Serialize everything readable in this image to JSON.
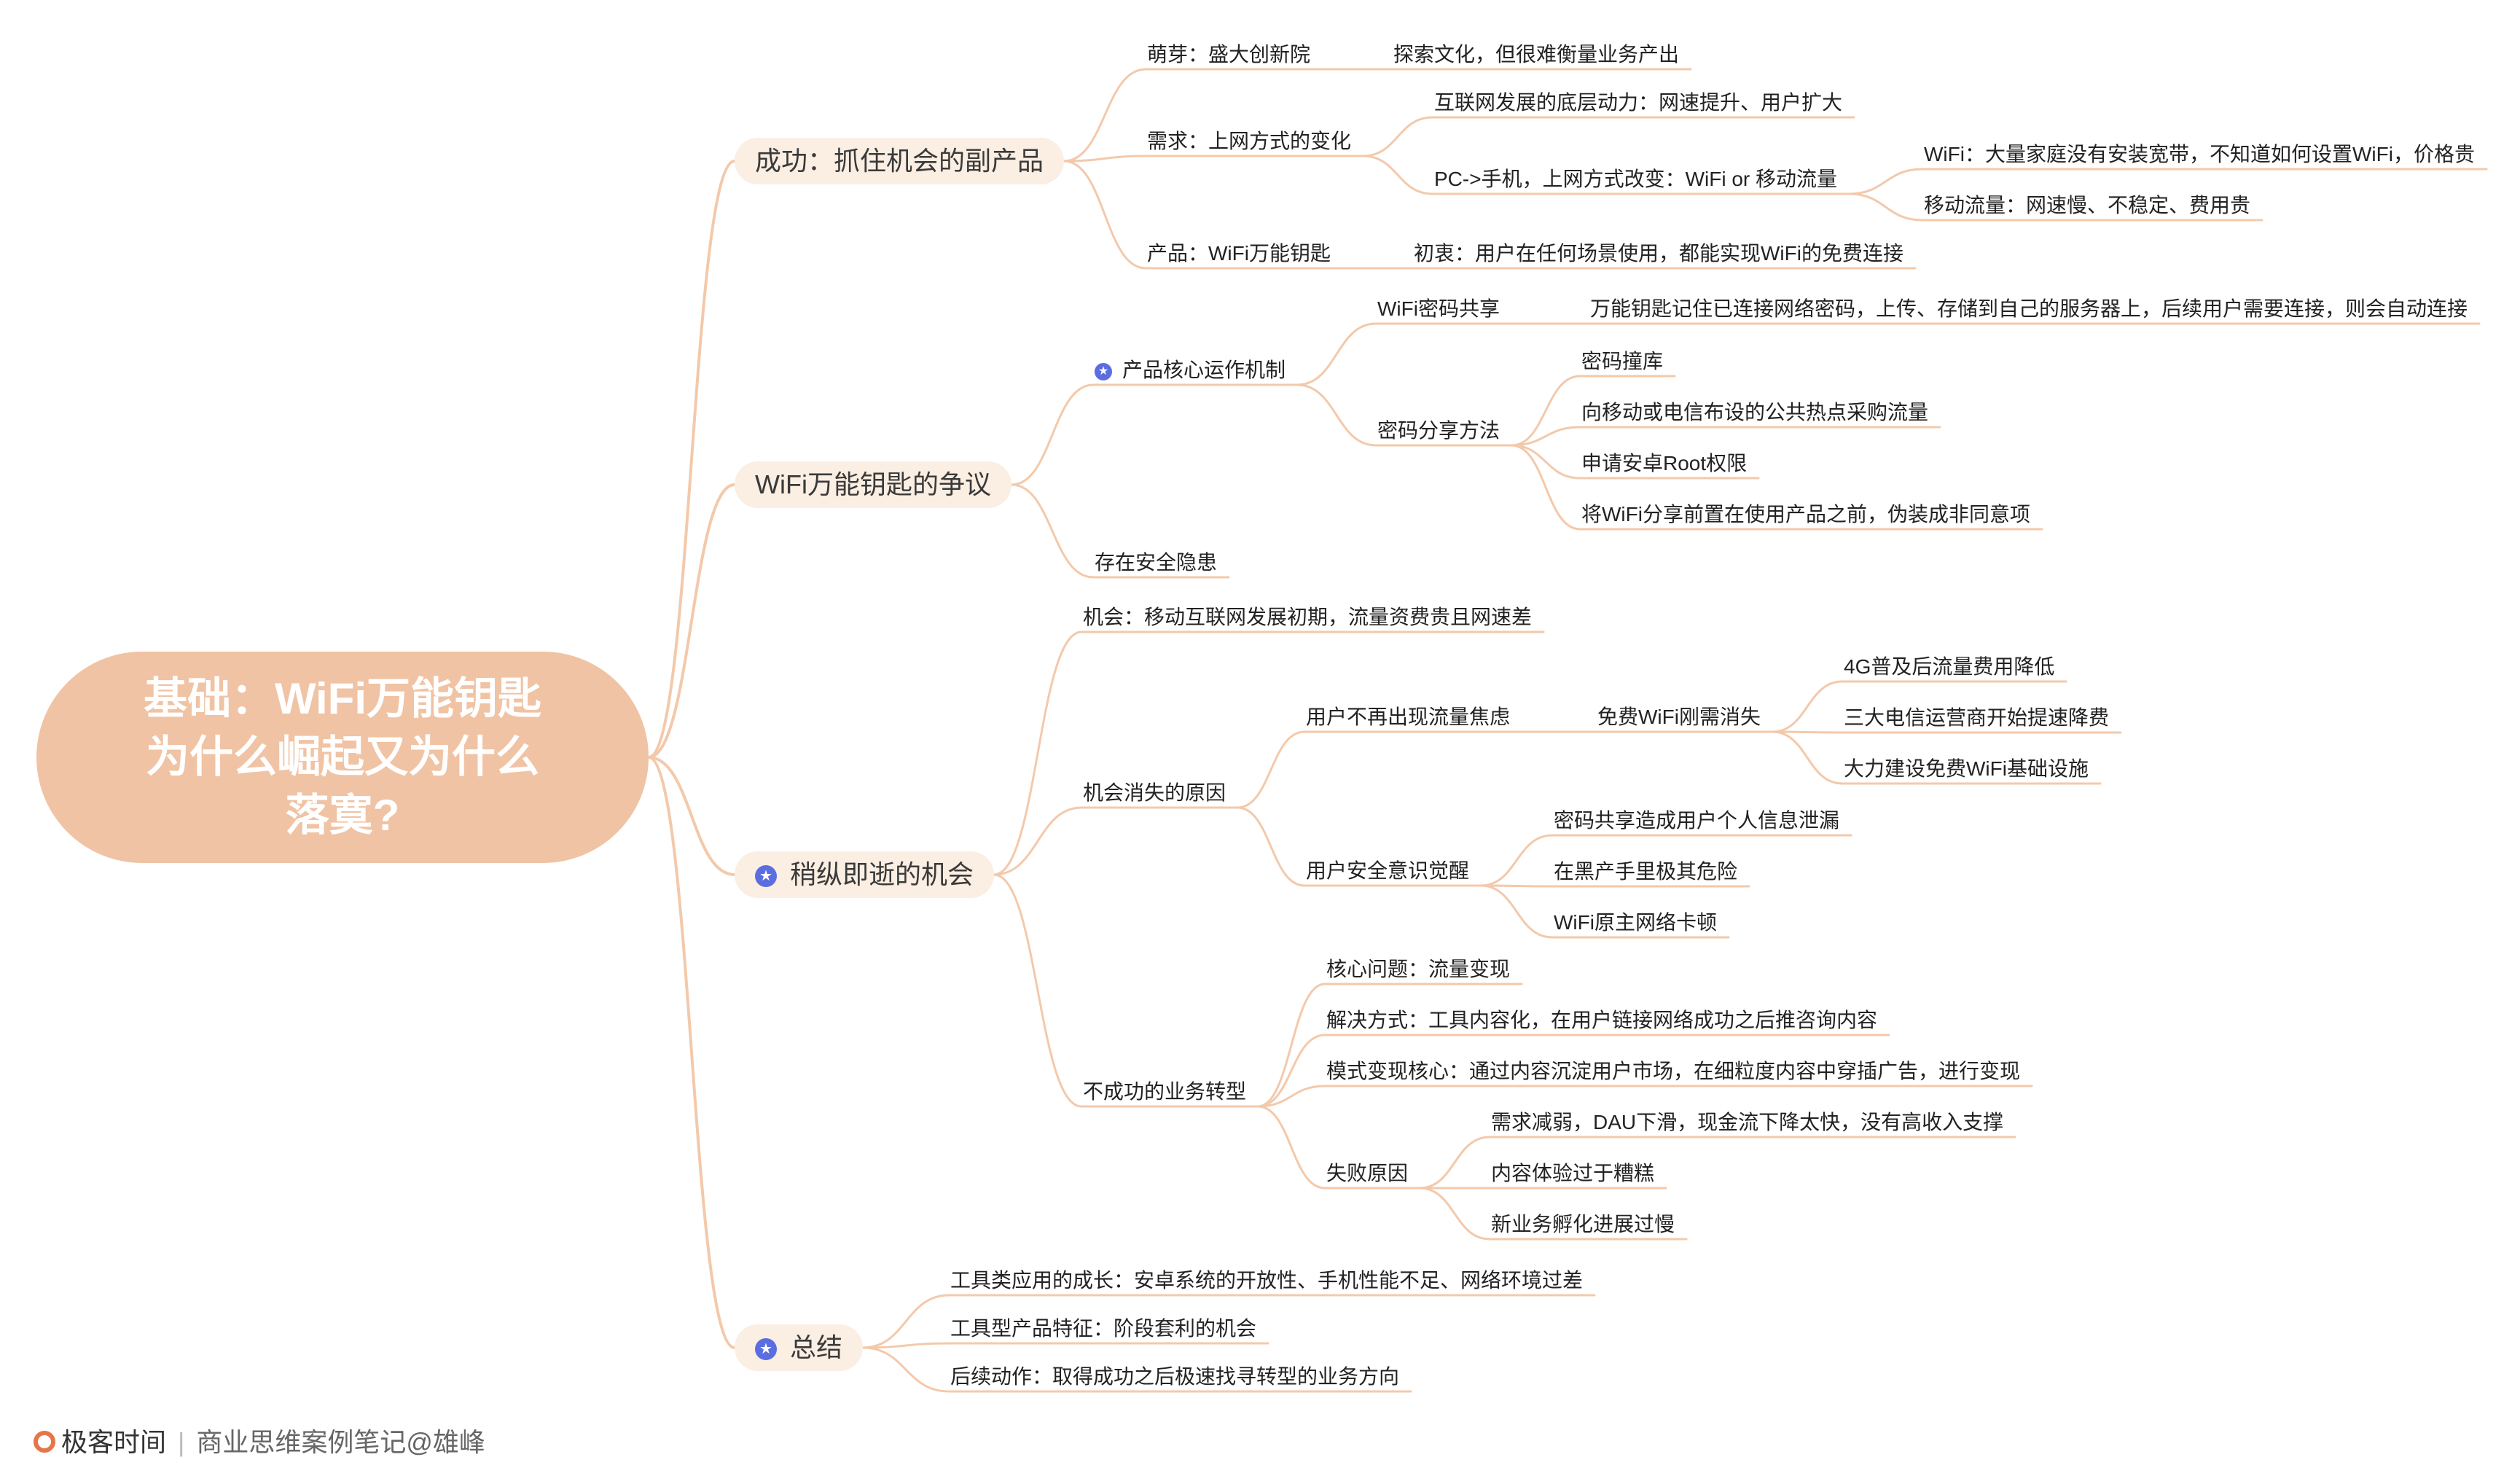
{
  "colors": {
    "branch": "#f3c9ab",
    "root_fill": "#f0c3a4",
    "main_fill": "#fbeee3",
    "star": "#5b6ee1",
    "brand": "#e8744a"
  },
  "mindmap": {
    "root": {
      "lines": [
        "基础：WiFi万能钥匙",
        "为什么崛起又为什么",
        "落寞?"
      ]
    },
    "branches": [
      {
        "label": "成功：抓住机会的副产品",
        "children": [
          {
            "label": "萌芽：盛大创新院",
            "children": [
              {
                "label": "探索文化，但很难衡量业务产出"
              }
            ]
          },
          {
            "label": "需求：上网方式的变化",
            "children": [
              {
                "label": "互联网发展的底层动力：网速提升、用户扩大"
              },
              {
                "label": "PC->手机，上网方式改变：WiFi or 移动流量",
                "children": [
                  {
                    "label": "WiFi：大量家庭没有安装宽带，不知道如何设置WiFi，价格贵"
                  },
                  {
                    "label": "移动流量：网速慢、不稳定、费用贵"
                  }
                ]
              }
            ]
          },
          {
            "label": "产品：WiFi万能钥匙",
            "children": [
              {
                "label": "初衷：用户在任何场景使用，都能实现WiFi的免费连接"
              }
            ]
          }
        ]
      },
      {
        "label": "WiFi万能钥匙的争议",
        "children": [
          {
            "label": "产品核心运作机制",
            "icon": "star-icon",
            "children": [
              {
                "label": "WiFi密码共享",
                "children": [
                  {
                    "label": "万能钥匙记住已连接网络密码，上传、存储到自己的服务器上，后续用户需要连接，则会自动连接"
                  }
                ]
              },
              {
                "label": "密码分享方法",
                "children": [
                  {
                    "label": "密码撞库"
                  },
                  {
                    "label": "向移动或电信布设的公共热点采购流量"
                  },
                  {
                    "label": "申请安卓Root权限"
                  },
                  {
                    "label": "将WiFi分享前置在使用产品之前，伪装成非同意项"
                  }
                ]
              }
            ]
          },
          {
            "label": "存在安全隐患"
          }
        ]
      },
      {
        "label": "稍纵即逝的机会",
        "icon": "star-icon",
        "children": [
          {
            "label": "机会：移动互联网发展初期，流量资费贵且网速差"
          },
          {
            "label": "机会消失的原因",
            "children": [
              {
                "label": "用户不再出现流量焦虑",
                "children": [
                  {
                    "label": "免费WiFi刚需消失",
                    "children": [
                      {
                        "label": "4G普及后流量费用降低"
                      },
                      {
                        "label": "三大电信运营商开始提速降费"
                      },
                      {
                        "label": "大力建设免费WiFi基础设施"
                      }
                    ]
                  }
                ]
              },
              {
                "label": "用户安全意识觉醒",
                "children": [
                  {
                    "label": "密码共享造成用户个人信息泄漏"
                  },
                  {
                    "label": "在黑产手里极其危险"
                  },
                  {
                    "label": "WiFi原主网络卡顿"
                  }
                ]
              }
            ]
          },
          {
            "label": "不成功的业务转型",
            "children": [
              {
                "label": "核心问题：流量变现"
              },
              {
                "label": "解决方式：工具内容化，在用户链接网络成功之后推咨询内容"
              },
              {
                "label": "模式变现核心：通过内容沉淀用户市场，在细粒度内容中穿插广告，进行变现"
              },
              {
                "label": "失败原因",
                "children": [
                  {
                    "label": "需求减弱，DAU下滑，现金流下降太快，没有高收入支撑"
                  },
                  {
                    "label": "内容体验过于糟糕"
                  },
                  {
                    "label": "新业务孵化进展过慢"
                  }
                ]
              }
            ]
          }
        ]
      },
      {
        "label": "总结",
        "icon": "star-icon",
        "children": [
          {
            "label": "工具类应用的成长：安卓系统的开放性、手机性能不足、网络环境过差"
          },
          {
            "label": "工具型产品特征：阶段套利的机会"
          },
          {
            "label": "后续动作：取得成功之后极速找寻转型的业务方向"
          }
        ]
      }
    ]
  },
  "footer": {
    "brand": "极客时间",
    "separator": "|",
    "credit": "商业思维案例笔记@雄峰"
  }
}
